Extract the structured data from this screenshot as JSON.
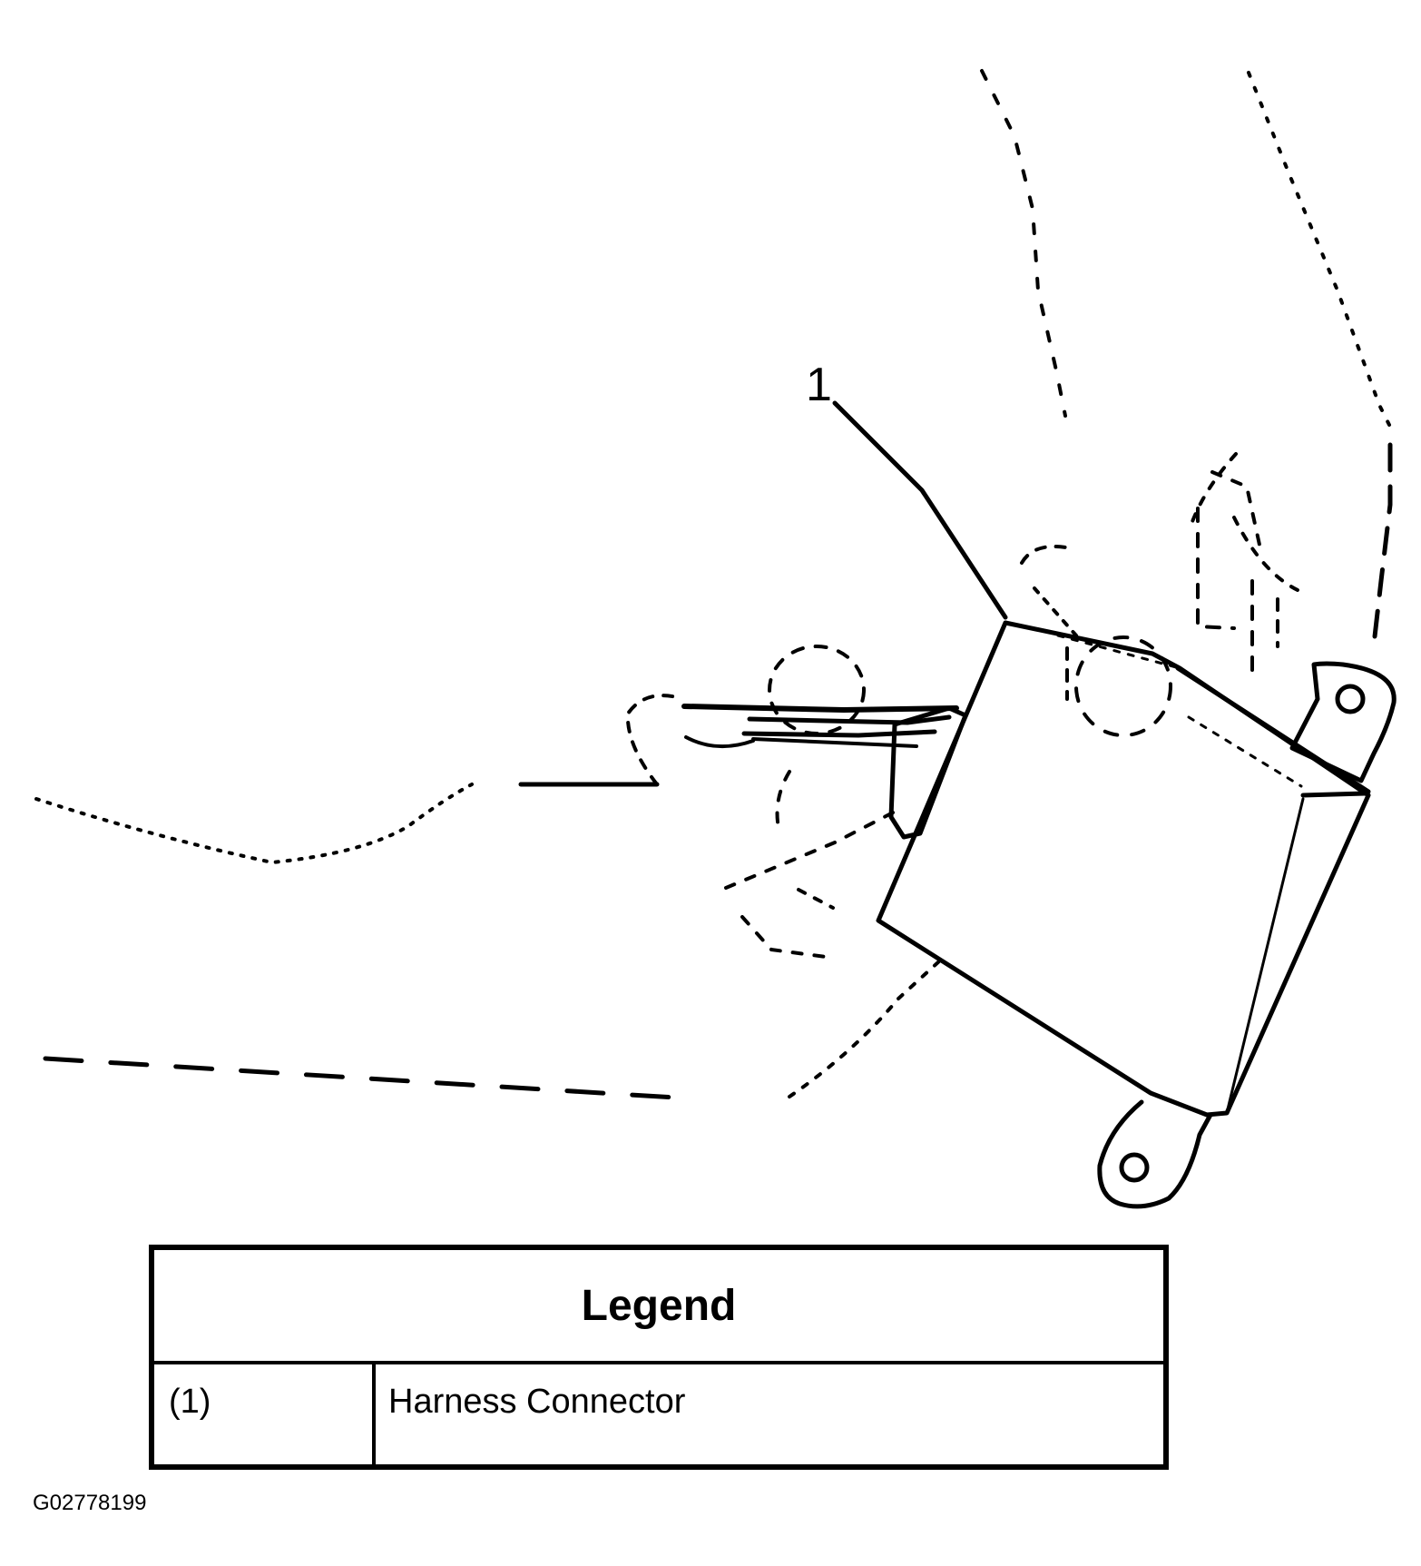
{
  "diagram": {
    "callout": "1"
  },
  "legend": {
    "title": "Legend",
    "rows": [
      {
        "key": "(1)",
        "value": "Harness Connector"
      }
    ]
  },
  "figure": {
    "id": "G02778199"
  }
}
